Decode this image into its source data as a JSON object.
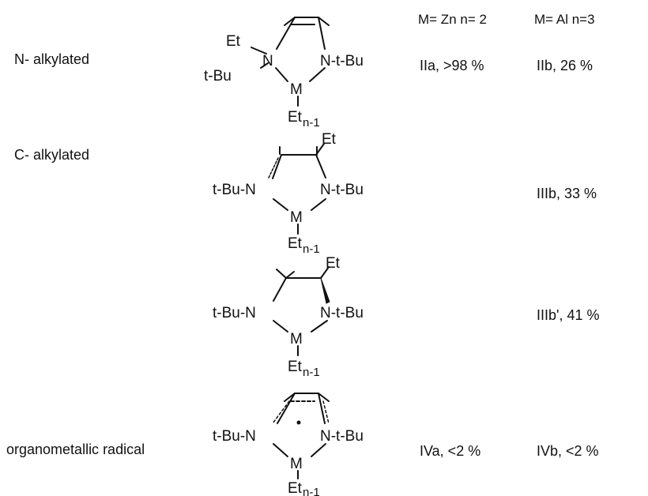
{
  "headers": {
    "zn": "M= Zn  n= 2",
    "al": "M= Al  n=3"
  },
  "rows": [
    {
      "label": "N- alkylated",
      "zn_result": "IIa, >98 %",
      "al_result": "IIb, 26 %"
    },
    {
      "label": "C- alkylated",
      "zn_result": "",
      "al_result": "IIIb, 33 %"
    },
    {
      "label": "",
      "zn_result": "",
      "al_result": "IIIb', 41 %"
    },
    {
      "label": "organometallic  radical",
      "zn_result": "IVa, <2 %",
      "al_result": "IVb, <2 %"
    }
  ],
  "atoms": {
    "et": "Et",
    "tbu": "t-Bu",
    "n_tbu": "N-t-Bu",
    "tbu_n": "t-Bu-N",
    "n": "N",
    "m": "M",
    "et_base": "Et",
    "et_sub": "n-1"
  }
}
